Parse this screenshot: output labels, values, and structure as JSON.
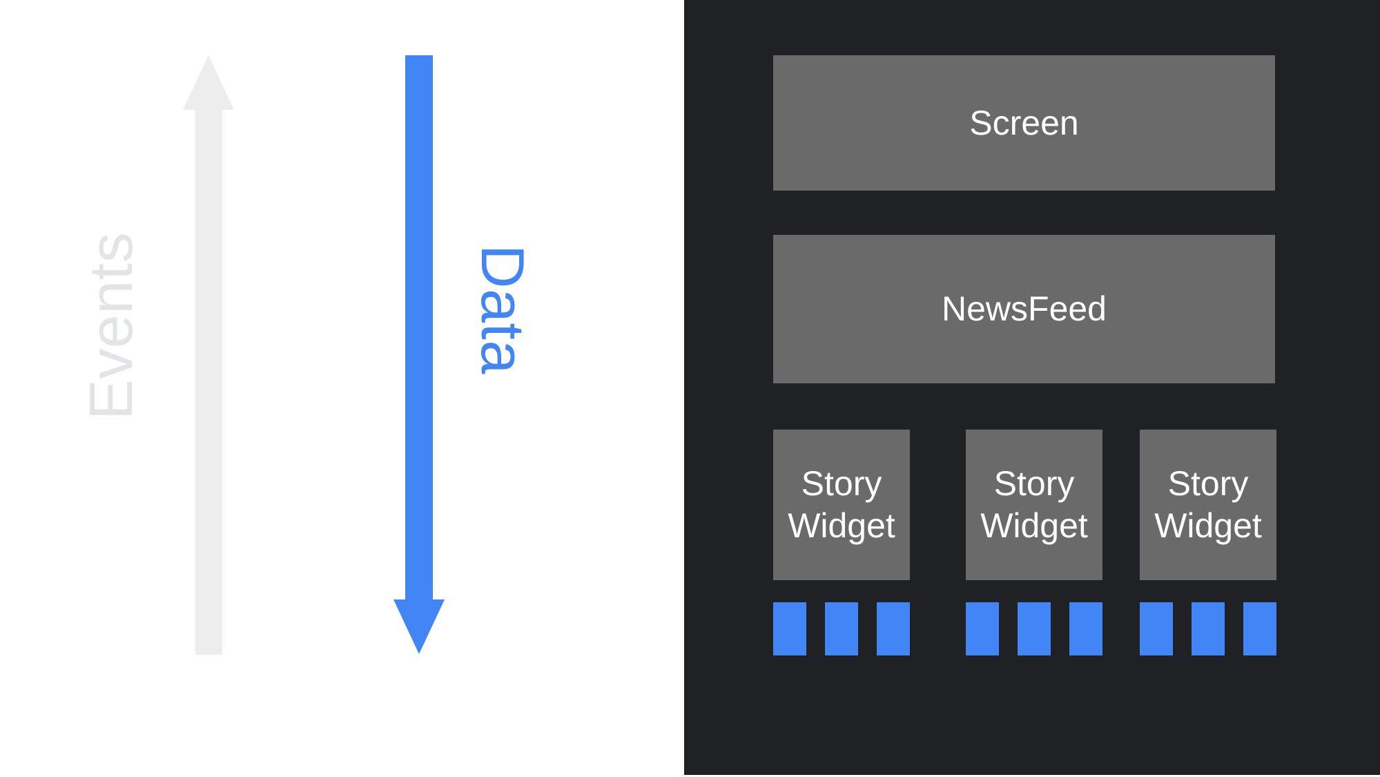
{
  "slide": {
    "left_panel": {
      "events_label": "Events",
      "data_label": "Data"
    },
    "right_panel": {
      "screen_label": "Screen",
      "newsfeed_label": "NewsFeed",
      "story_widgets": [
        {
          "label": "Story Widget",
          "data_squares": 3
        },
        {
          "label": "Story Widget",
          "data_squares": 3
        },
        {
          "label": "Story Widget",
          "data_squares": 3
        }
      ]
    },
    "colors": {
      "left-bg": "#ffffff",
      "right-bg": "#202124",
      "widget-gray": "#6a6a6a",
      "widget-text": "#ffffff",
      "accent-blue": "#4285f4",
      "events-gray": "#e3e4e6",
      "arrow-gray": "#ededee"
    }
  }
}
